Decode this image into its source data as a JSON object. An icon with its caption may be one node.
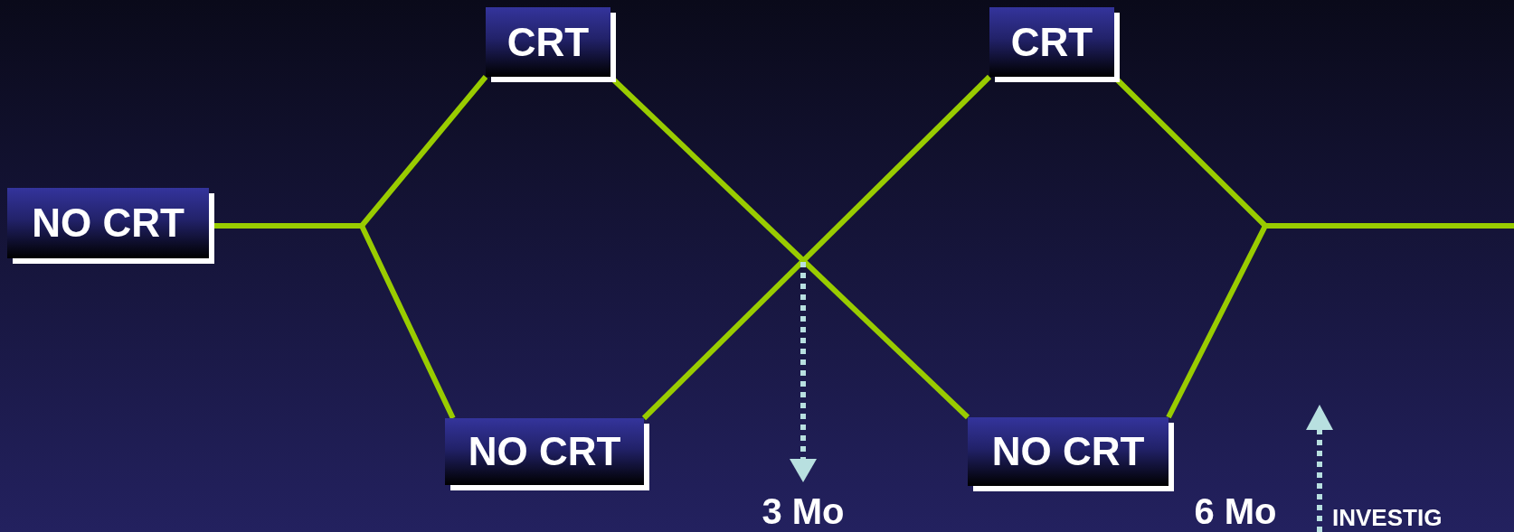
{
  "diagram": {
    "nodes": [
      {
        "text": [
          "CRT"
        ]
      },
      {
        "text": [
          "CRT"
        ]
      },
      {
        "text": [
          "NO CRT"
        ]
      },
      {
        "text": [
          "NO CRT"
        ]
      },
      {
        "text": [
          "NO CRT"
        ]
      }
    ],
    "edges": [
      {
        "from": 2,
        "to": 0,
        "arrow": "none"
      },
      {
        "from": 2,
        "to": 3,
        "arrow": "none"
      },
      {
        "from": 0,
        "to": 4,
        "arrow": "none"
      },
      {
        "from": 3,
        "to": 1,
        "arrow": "none"
      },
      {
        "from": 1,
        "to": null,
        "arrow": "none"
      },
      {
        "from": 4,
        "to": null,
        "arrow": "none"
      }
    ],
    "labels": [
      "3 Mo",
      "6 Mo",
      "INVESTIG"
    ]
  }
}
